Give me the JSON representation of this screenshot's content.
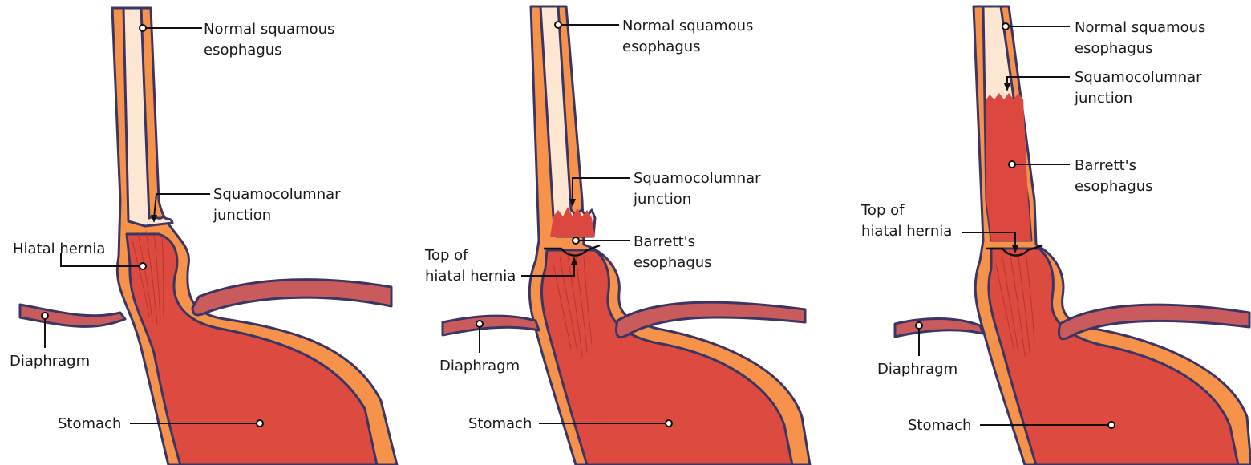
{
  "colors": {
    "wall": "#f6924a",
    "squamous": "#fde6d2",
    "stomach": "#dd4a40",
    "barrett": "#dc4840",
    "diaphragm": "#c95b5d",
    "outline": "#3a3565"
  },
  "panels": [
    {
      "normal_squamous": [
        "Normal squamous",
        "esophagus"
      ],
      "squamocolumnar": [
        "Squamocolumnar",
        "junction"
      ],
      "hiatal_hernia": [
        "Hiatal hernia"
      ],
      "diaphragm": "Diaphragm",
      "stomach": "Stomach"
    },
    {
      "normal_squamous": [
        "Normal squamous",
        "esophagus"
      ],
      "squamocolumnar": [
        "Squamocolumnar",
        "junction"
      ],
      "barretts": [
        "Barrett's",
        "esophagus"
      ],
      "top_hiatal_hernia": [
        "Top of",
        "hiatal hernia"
      ],
      "diaphragm": "Diaphragm",
      "stomach": "Stomach"
    },
    {
      "normal_squamous": [
        "Normal squamous",
        "esophagus"
      ],
      "squamocolumnar": [
        "Squamocolumnar",
        "junction"
      ],
      "barretts": [
        "Barrett's",
        "esophagus"
      ],
      "top_hiatal_hernia": [
        "Top of",
        "hiatal hernia"
      ],
      "diaphragm": "Diaphragm",
      "stomach": "Stomach"
    }
  ]
}
